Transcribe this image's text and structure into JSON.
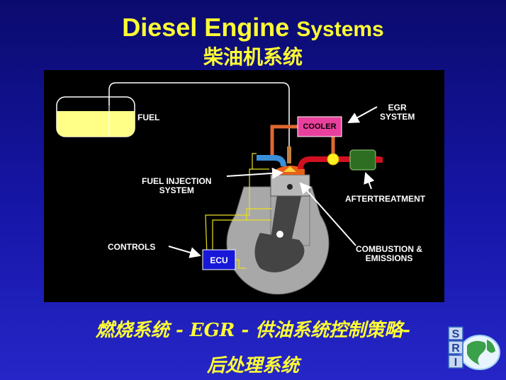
{
  "header": {
    "title_main": "Diesel Engine",
    "title_tail": "Systems",
    "subtitle": "柴油机系统"
  },
  "diagram": {
    "labels": {
      "fuel": "FUEL",
      "egr_line1": "EGR",
      "egr_line2": "SYSTEM",
      "cooler": "COOLER",
      "fuel_injection_line1": "FUEL INJECTION",
      "fuel_injection_line2": "SYSTEM",
      "aftertreatment": "AFTERTREATMENT",
      "controls": "CONTROLS",
      "ecu": "ECU",
      "combustion_line1": "COMBUSTION &",
      "combustion_line2": "EMISSIONS"
    },
    "colors": {
      "fuel": "#ffff88",
      "cooler": "#e8409c",
      "ecu": "#1818d8",
      "exhaust": "#d01020",
      "egr_pipe": "#e06830",
      "intake": "#3a8fd8",
      "aftertreatment": "#2e6e22",
      "wiring": "#e8e020",
      "engine": "#a8a8a8"
    }
  },
  "caption": {
    "line1": "燃烧系统 - EGR - 供油系统控制策略-",
    "line2": "后处理系统"
  },
  "logo": {
    "letters": [
      "S",
      "R",
      "I"
    ],
    "icon": "globe-icon"
  }
}
